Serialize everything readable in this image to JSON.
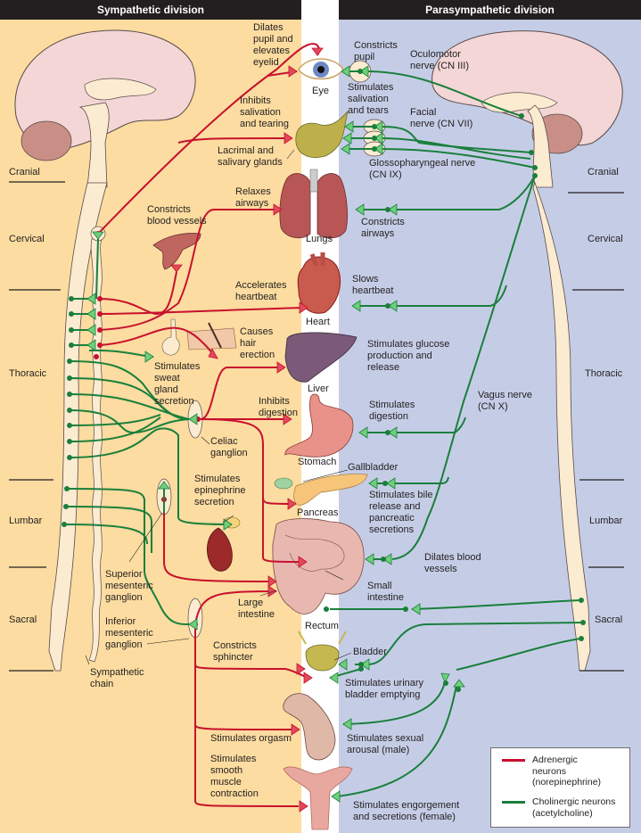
{
  "headers": {
    "sympathetic": "Sympathetic division",
    "parasympathetic": "Parasympathetic division"
  },
  "colors": {
    "sympathetic_bg": "#fcdca0",
    "parasympathetic_bg": "#c5cde6",
    "adrenergic": "#c8102e",
    "cholinergic": "#1a7f3c",
    "header_bg": "#231f20"
  },
  "regions": {
    "left": [
      "Cranial",
      "Cervical",
      "Thoracic",
      "Lumbar",
      "Sacral"
    ],
    "right": [
      "Cranial",
      "Cervical",
      "Thoracic",
      "Lumbar",
      "Sacral"
    ]
  },
  "organs": {
    "eye": "Eye",
    "lacrimal": "Lacrimal and\nsalivary glands",
    "lungs": "Lungs",
    "heart": "Heart",
    "liver": "Liver",
    "stomach": "Stomach",
    "gallbladder": "Gallbladder",
    "pancreas": "Pancreas",
    "small_intestine": "Small\nintestine",
    "large_intestine": "Large\nintestine",
    "rectum": "Rectum",
    "bladder": "Bladder"
  },
  "sympathetic_effects": {
    "eye": "Dilates\npupil and\nelevates\neyelid",
    "salivation": "Inhibits\nsalivation\nand tearing",
    "airways": "Relaxes\nairways",
    "blood_vessels": "Constricts\nblood vessels",
    "heartbeat": "Accelerates\nheartbeat",
    "hair": "Causes\nhair\nerection",
    "sweat": "Stimulates\nsweat\ngland\nsecretion",
    "digestion": "Inhibits\ndigestion",
    "epinephrine": "Stimulates\nepinephrine\nsecretion",
    "sphincter": "Constricts\nsphincter",
    "orgasm": "Stimulates orgasm",
    "smooth_muscle": "Stimulates\nsmooth\nmuscle\ncontraction"
  },
  "sympathetic_structures": {
    "celiac": "Celiac\nganglion",
    "superior_mesenteric": "Superior\nmesenteric\nganglion",
    "inferior_mesenteric": "Inferior\nmesenteric\nganglion",
    "chain": "Sympathetic\nchain"
  },
  "parasympathetic_effects": {
    "pupil": "Constricts\npupil",
    "salivation": "Stimulates\nsalivation\nand tears",
    "airways": "Constricts\nairways",
    "heartbeat": "Slows\nheartbeat",
    "glucose": "Stimulates glucose\nproduction and\nrelease",
    "digestion": "Stimulates\ndigestion",
    "bile": "Stimulates bile\nrelease and\npancreatic\nsecretions",
    "blood_vessels": "Dilates blood\nvessels",
    "bladder": "Stimulates urinary\nbladder emptying",
    "male": "Stimulates sexual\narousal (male)",
    "female": "Stimulates engorgement\nand secretions (female)"
  },
  "nerves": {
    "oculomotor": "Oculomotor\nnerve (CN III)",
    "facial": "Facial\nnerve (CN VII)",
    "glossopharyngeal": "Glossopharyngeal nerve\n(CN IX)",
    "vagus": "Vagus nerve\n(CN X)"
  },
  "legend": [
    {
      "label": "Adrenergic\nneurons\n(norepinephrine)",
      "color": "#c8102e"
    },
    {
      "label": "Cholinergic neurons\n(acetylcholine)",
      "color": "#1a7f3c"
    }
  ]
}
